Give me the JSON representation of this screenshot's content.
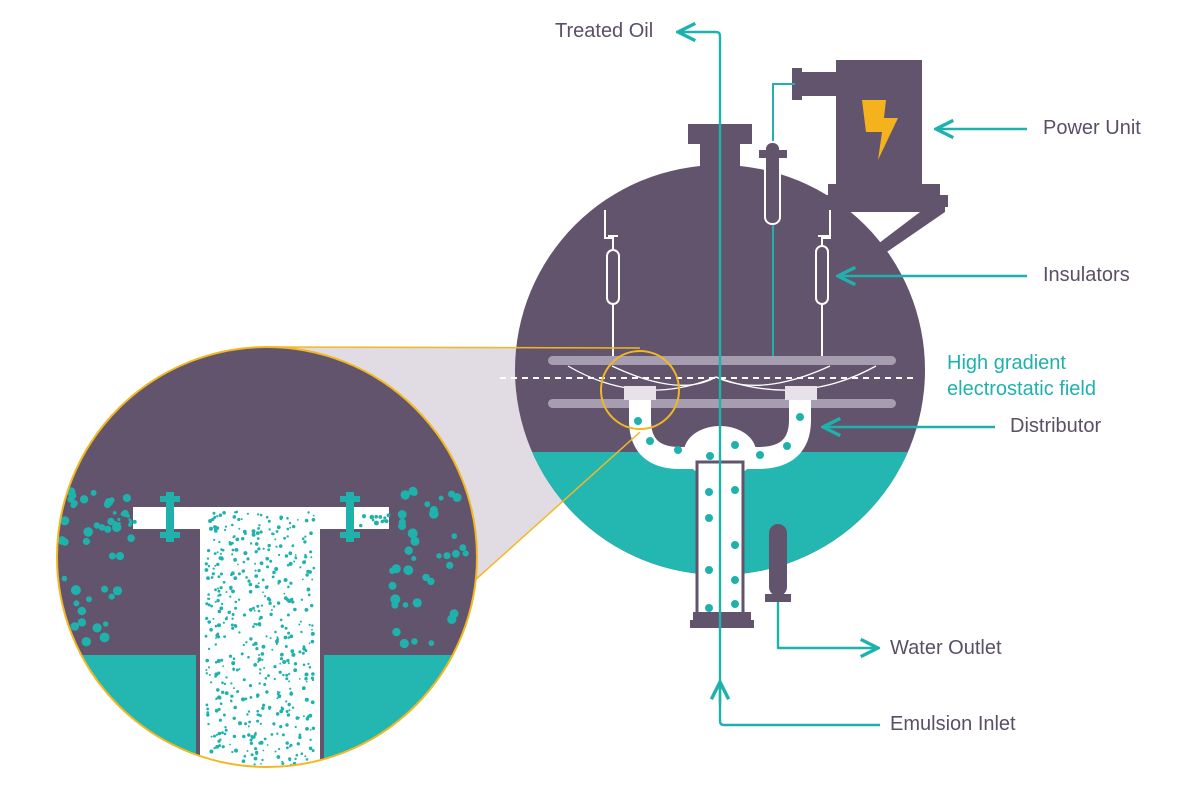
{
  "labels": {
    "treated_oil": "Treated Oil",
    "power_unit": "Power Unit",
    "insulators": "Insulators",
    "field_line1": "High gradient",
    "field_line2": "electrostatic field",
    "distributor": "Distributor",
    "water_outlet": "Water Outlet",
    "emulsion_inlet": "Emulsion Inlet"
  },
  "colors": {
    "vessel": "#62546c",
    "water": "#24b7b1",
    "accent": "#1fb2ad",
    "zoom_ring": "#f2b824",
    "bolt": "#f4b21d",
    "plate": "#a79db0",
    "pipe": "#ffffff",
    "label_text": "#5a4f66"
  }
}
